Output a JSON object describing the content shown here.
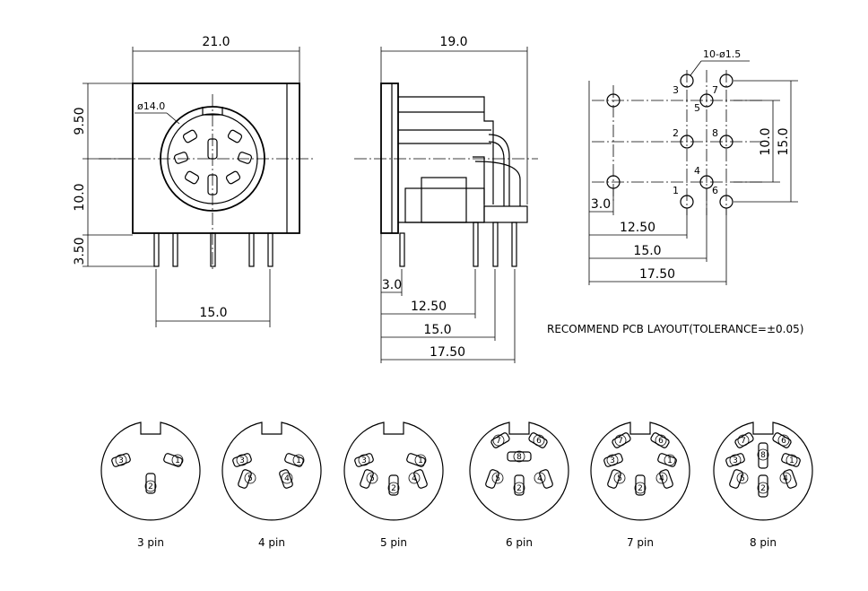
{
  "front_view": {
    "dim_width": "21.0",
    "dim_upper": "9.50",
    "dim_lower": "10.0",
    "dim_pin_len": "3.50",
    "dim_circle": "ø14.0",
    "dim_pin_span": "15.0"
  },
  "side_view": {
    "dim_depth": "19.0",
    "dim_a": "3.0",
    "dim_b": "12.50",
    "dim_c": "15.0",
    "dim_d": "17.50"
  },
  "pcb_layout": {
    "hole_spec": "10-ø1.5",
    "dim_v1": "10.0",
    "dim_v2": "15.0",
    "dim_a": "3.0",
    "dim_b": "12.50",
    "dim_c": "15.0",
    "dim_d": "17.50",
    "pin_labels": [
      "3",
      "5",
      "7",
      "2",
      "8",
      "4",
      "1",
      "6"
    ],
    "caption": "RECOMMEND PCB LAYOUT(TOLERANCE=±0.05)"
  },
  "variants": [
    {
      "label": "3 pin",
      "pins": [
        "3",
        "1",
        "2"
      ]
    },
    {
      "label": "4 pin",
      "pins": [
        "3",
        "1",
        "5",
        "4"
      ]
    },
    {
      "label": "5 pin",
      "pins": [
        "3",
        "1",
        "5",
        "2",
        "4"
      ]
    },
    {
      "label": "6 pin",
      "pins": [
        "7",
        "6",
        "8",
        "5",
        "2",
        "4"
      ]
    },
    {
      "label": "7 pin",
      "pins": [
        "7",
        "6",
        "3",
        "1",
        "5",
        "2",
        "4"
      ]
    },
    {
      "label": "8 pin",
      "pins": [
        "7",
        "6",
        "3",
        "8",
        "1",
        "5",
        "2",
        "4"
      ]
    }
  ]
}
